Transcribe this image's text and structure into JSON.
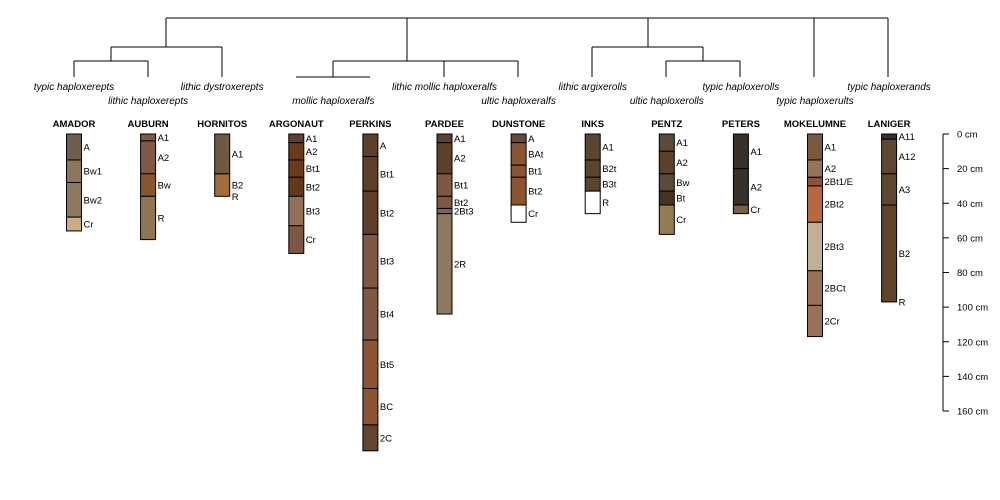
{
  "axis": {
    "unit": "cm",
    "max_depth": 160,
    "ticks": [
      0,
      20,
      40,
      60,
      80,
      100,
      120,
      140,
      160
    ],
    "tick_labels": [
      "0 cm",
      "20 cm",
      "40 cm",
      "60 cm",
      "80 cm",
      "100 cm",
      "120 cm",
      "140 cm",
      "160 cm"
    ]
  },
  "taxonomy_labels": [
    {
      "text": "typic haploxerepts",
      "at": 0,
      "row": 1
    },
    {
      "text": "lithic haploxerepts",
      "at": 1,
      "row": 2
    },
    {
      "text": "lithic dystroxerepts",
      "at": 2,
      "row": 1
    },
    {
      "text": "mollic haploxeralfs",
      "at": 3.5,
      "row": 2
    },
    {
      "text": "lithic mollic haploxeralfs",
      "at": 5,
      "row": 1
    },
    {
      "text": "ultic haploxeralfs",
      "at": 6,
      "row": 2
    },
    {
      "text": "lithic argixerolls",
      "at": 7,
      "row": 1
    },
    {
      "text": "ultic haploxerolls",
      "at": 8,
      "row": 2
    },
    {
      "text": "typic haploxerolls",
      "at": 9,
      "row": 1
    },
    {
      "text": "typic haploxerults",
      "at": 10,
      "row": 2
    },
    {
      "text": "typic haploxerands",
      "at": 11,
      "row": 1
    }
  ],
  "profiles": [
    {
      "name": "AMADOR",
      "horizons": [
        [
          "A",
          0,
          15,
          "#6e5e4e"
        ],
        [
          "Bw1",
          15,
          28,
          "#8e7758"
        ],
        [
          "Bw2",
          28,
          48,
          "#8d7a5e"
        ],
        [
          "Cr",
          48,
          56,
          "#c9ad80"
        ]
      ]
    },
    {
      "name": "AUBURN",
      "horizons": [
        [
          "A1",
          0,
          4,
          "#7e5a44"
        ],
        [
          "A2",
          4,
          23,
          "#7e5a44"
        ],
        [
          "Bw",
          23,
          36,
          "#8b5530"
        ],
        [
          "R",
          36,
          61,
          "#8f7652"
        ]
      ]
    },
    {
      "name": "HORNITOS",
      "horizons": [
        [
          "A1",
          0,
          23,
          "#6e5a40"
        ],
        [
          "B2",
          23,
          36,
          "#a46c3a"
        ],
        [
          "R",
          36,
          36,
          "#ffffff"
        ]
      ]
    },
    {
      "name": "ARGONAUT",
      "horizons": [
        [
          "A1",
          0,
          5,
          "#5e4030"
        ],
        [
          "A2",
          5,
          15,
          "#6a3a1a"
        ],
        [
          "Bt1",
          15,
          25,
          "#6a3a1a"
        ],
        [
          "Bt2",
          25,
          36,
          "#633818"
        ],
        [
          "Bt3",
          36,
          53,
          "#937056"
        ],
        [
          "Cr",
          53,
          69,
          "#7e5646"
        ]
      ]
    },
    {
      "name": "PERKINS",
      "horizons": [
        [
          "A",
          0,
          13,
          "#5e4028"
        ],
        [
          "Bt1",
          13,
          33,
          "#5e4028"
        ],
        [
          "Bt2",
          33,
          58,
          "#5e3e28"
        ],
        [
          "Bt3",
          58,
          89,
          "#7e5842"
        ],
        [
          "Bt4",
          89,
          119,
          "#7e5842"
        ],
        [
          "Bt5",
          119,
          147,
          "#8a5530"
        ],
        [
          "BC",
          147,
          168,
          "#8a5530"
        ],
        [
          "2C",
          168,
          183,
          "#634430"
        ]
      ]
    },
    {
      "name": "PARDEE",
      "horizons": [
        [
          "A1",
          0,
          5,
          "#5e4028"
        ],
        [
          "A2",
          5,
          23,
          "#5e4028"
        ],
        [
          "Bt1",
          23,
          36,
          "#7e5842"
        ],
        [
          "Bt2",
          36,
          43,
          "#7e5842"
        ],
        [
          "2Bt3",
          43,
          46,
          "#766658"
        ],
        [
          "2R",
          46,
          104,
          "#8d7a5e"
        ]
      ]
    },
    {
      "name": "DUNSTONE",
      "horizons": [
        [
          "A",
          0,
          5,
          "#6a4a32"
        ],
        [
          "BAt",
          5,
          18,
          "#8a5530"
        ],
        [
          "Bt1",
          18,
          25,
          "#8a5530"
        ],
        [
          "Bt2",
          25,
          41,
          "#8a5530"
        ],
        [
          "Cr",
          41,
          51,
          "#ffffff"
        ]
      ]
    },
    {
      "name": "INKS",
      "horizons": [
        [
          "A1",
          0,
          15,
          "#5a4630"
        ],
        [
          "B2t",
          15,
          25,
          "#5a4630"
        ],
        [
          "B3t",
          25,
          33,
          "#5a4630"
        ],
        [
          "R",
          33,
          46,
          "#ffffff"
        ]
      ]
    },
    {
      "name": "PENTZ",
      "horizons": [
        [
          "A1",
          0,
          10,
          "#5a4a3a"
        ],
        [
          "A2",
          10,
          23,
          "#5e4028"
        ],
        [
          "Bw",
          23,
          33,
          "#5a4a3a"
        ],
        [
          "Bt",
          33,
          41,
          "#463222"
        ],
        [
          "Cr",
          41,
          58,
          "#947c52"
        ]
      ]
    },
    {
      "name": "PETERS",
      "horizons": [
        [
          "A1",
          0,
          20,
          "#3a302a"
        ],
        [
          "A2",
          20,
          41,
          "#3a302a"
        ],
        [
          "Cr",
          41,
          46,
          "#7a5e46"
        ]
      ]
    },
    {
      "name": "MOKELUMNE",
      "horizons": [
        [
          "A1",
          0,
          15,
          "#7a5a3c"
        ],
        [
          "A2",
          15,
          25,
          "#96745a"
        ],
        [
          "2Bt1/E",
          25,
          30,
          "#8a5040"
        ],
        [
          "2Bt2",
          30,
          51,
          "#b8683e"
        ],
        [
          "2Bt3",
          51,
          79,
          "#c0b096"
        ],
        [
          "2BCt",
          79,
          99,
          "#9a725a"
        ],
        [
          "2Cr",
          99,
          117,
          "#9a725a"
        ]
      ]
    },
    {
      "name": "LANIGER",
      "horizons": [
        [
          "A11",
          0,
          3,
          "#3a302a"
        ],
        [
          "A12",
          3,
          23,
          "#5e4630"
        ],
        [
          "A3",
          23,
          41,
          "#5e4630"
        ],
        [
          "B2",
          41,
          97,
          "#5e4428"
        ],
        [
          "R",
          97,
          97,
          "#ffffff"
        ]
      ]
    }
  ]
}
